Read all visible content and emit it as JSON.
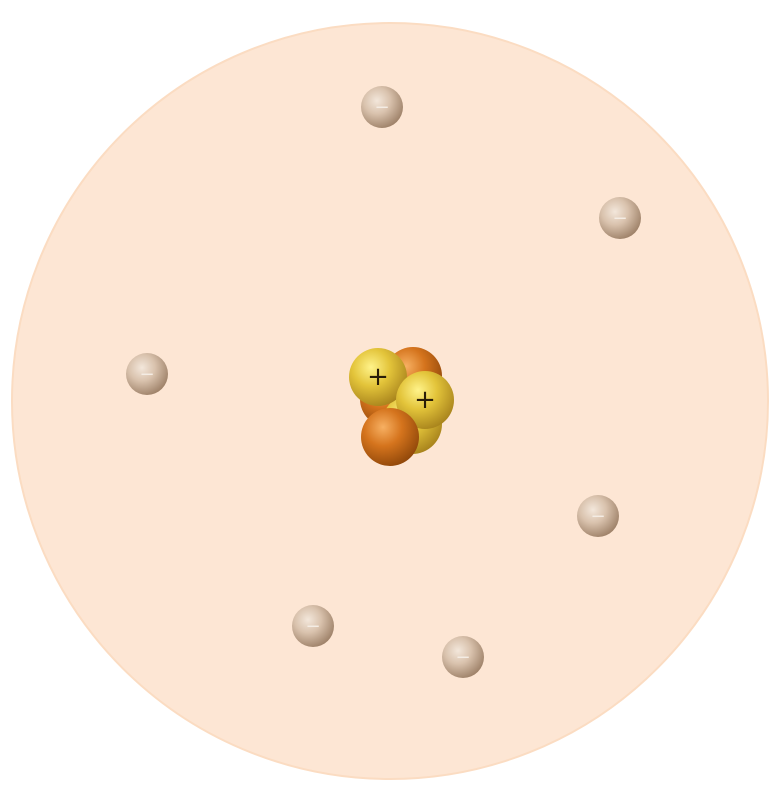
{
  "diagram": {
    "cloud_color": "#fde6d4",
    "cloud_edge_color": "#fbdcc2",
    "nucleus": {
      "proton_sign": "+",
      "proton_color": "#e8c93a",
      "neutron_color": "#d8781f",
      "particles": [
        {
          "kind": "neutron"
        },
        {
          "kind": "neutron"
        },
        {
          "kind": "proton"
        },
        {
          "kind": "proton"
        },
        {
          "kind": "proton"
        },
        {
          "kind": "neutron"
        }
      ]
    },
    "electron_sign": "−",
    "electron_color": "#c9ae97",
    "electrons": [
      {
        "id": "e1"
      },
      {
        "id": "e2"
      },
      {
        "id": "e3"
      },
      {
        "id": "e4"
      },
      {
        "id": "e5"
      },
      {
        "id": "e6"
      }
    ]
  }
}
